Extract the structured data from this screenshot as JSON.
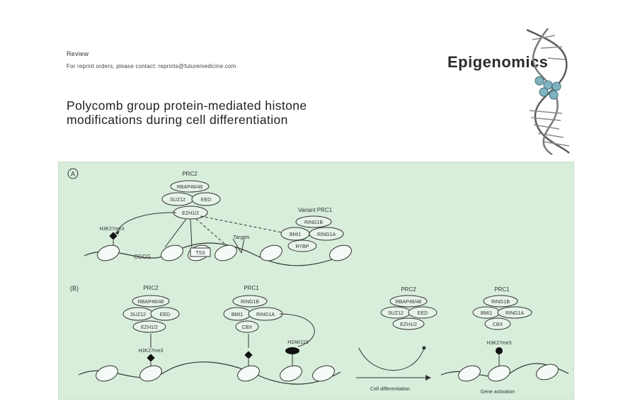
{
  "header": {
    "label": "Review",
    "citation": "For reprint orders, please contact: reprints@futuremedicine.com"
  },
  "journal": {
    "name": "Epigenomics"
  },
  "article": {
    "title_lines": [
      "Polycomb group protein-mediated histone",
      "modifications during cell differentiation"
    ]
  },
  "figure": {
    "panel_a": {
      "label": "A",
      "prc2": {
        "title": "PRC2",
        "top": "RBAP46/48",
        "left": "SUZ12",
        "right": "EED",
        "bottom": "EZH1/2"
      },
      "variant_prc1": {
        "title": "Variant PRC1",
        "top": "RING1B",
        "left": "BMI1",
        "right": "RING1A",
        "bottom": "RYBP"
      },
      "mark": "H3K27me3",
      "dna_label": "CGCG",
      "tss_label": "TSS",
      "target_label": "Targets"
    },
    "panel_b": {
      "label": "B",
      "prc2_left": {
        "title": "PRC2",
        "top": "RBAP46/48",
        "left": "SUZ12",
        "right": "EED",
        "bottom": "EZH1/2"
      },
      "prc1_mid": {
        "title": "PRC1",
        "top": "RING1B",
        "left": "BMI1",
        "right": "RING1A",
        "bottom": "CBX"
      },
      "prc2_right": {
        "title": "PRC2",
        "top": "RBAP46/48",
        "left": "SUZ12",
        "right": "EED",
        "bottom": "EZH1/2"
      },
      "prc1_right": {
        "title": "PRC1",
        "top": "RING1B",
        "left": "BMI1",
        "right": "RING1A",
        "bottom": "CBX"
      },
      "mark_left": "H3K27me3",
      "mark_mid": "H2AK119",
      "mark_right": "H3K27me3",
      "arrow_label": "Cell differentiation",
      "right_label": "Gene activation"
    }
  }
}
